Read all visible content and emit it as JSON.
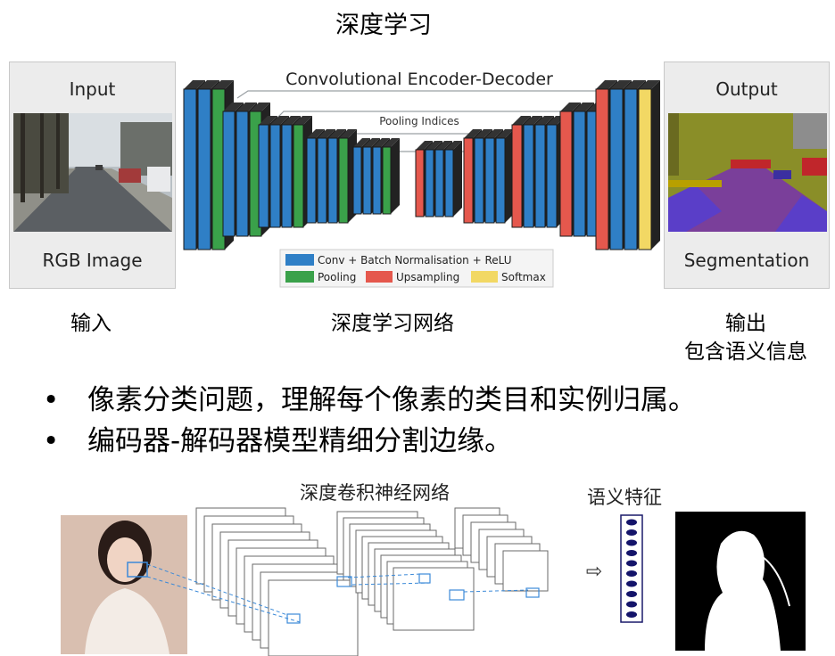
{
  "title": "深度学习",
  "segnet": {
    "header": "Convolutional Encoder-Decoder",
    "pooling_label": "Pooling Indices",
    "input_label": "Input",
    "rgb_label": "RGB Image",
    "output_label": "Output",
    "segmentation_label": "Segmentation",
    "legend": {
      "conv": "Conv + Batch Normalisation + ReLU",
      "pooling": "Pooling",
      "upsampling": "Upsampling",
      "softmax": "Softmax"
    },
    "colors": {
      "conv": "#2f7fc6",
      "pooling": "#3aa14a",
      "upsampling": "#e5584d",
      "softmax": "#f2d864"
    }
  },
  "captions": {
    "input": "输入",
    "network": "深度学习网络",
    "output_line1": "输出",
    "output_line2": "包含语义信息"
  },
  "bullets": [
    "像素分类问题，理解每个像素的类目和实例归属。",
    "编码器-解码器模型精细分割边缘。"
  ],
  "bullet_symbol": "•",
  "cnn": {
    "label": "深度卷积神经网络",
    "semantic_label": "语义特征",
    "arrow": "⇨"
  }
}
